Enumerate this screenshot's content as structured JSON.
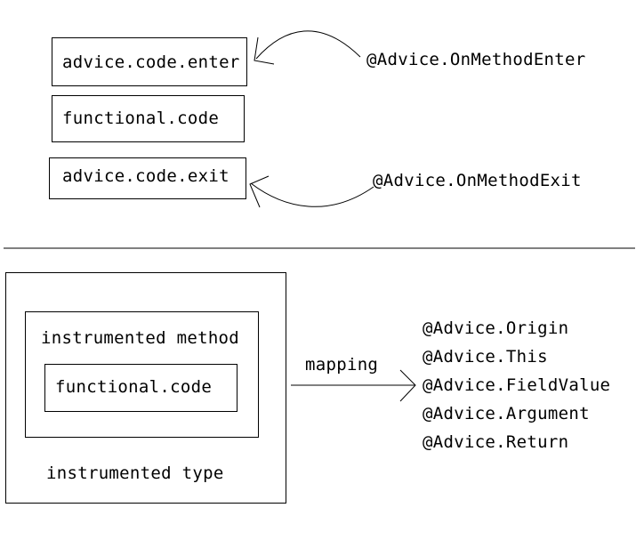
{
  "top": {
    "boxes": {
      "enter": "advice.code.enter",
      "functional": "functional.code",
      "exit": "advice.code.exit"
    },
    "annotations": {
      "enter": "@Advice.OnMethodEnter",
      "exit": "@Advice.OnMethodExit"
    }
  },
  "bottom": {
    "outer_label": "instrumented type",
    "method_label": "instrumented method",
    "inner_label": "functional.code",
    "arrow_label": "mapping",
    "annotations": [
      "@Advice.Origin",
      "@Advice.This",
      "@Advice.FieldValue",
      "@Advice.Argument",
      "@Advice.Return"
    ]
  }
}
